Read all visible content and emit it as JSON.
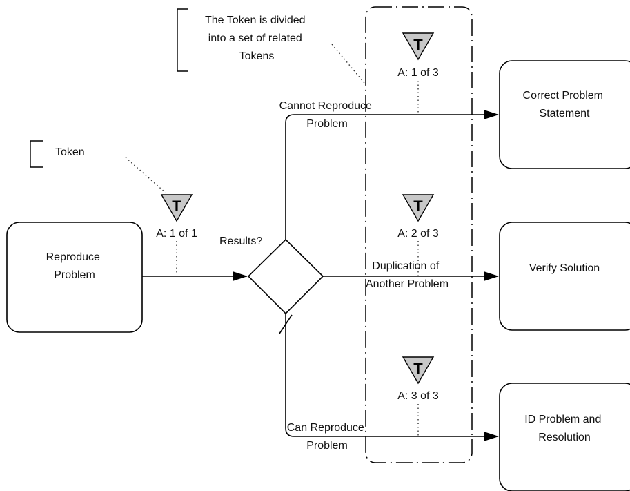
{
  "tasks": {
    "reproduce": {
      "lines": [
        "Reproduce",
        "Problem"
      ]
    },
    "correct": {
      "lines": [
        "Correct Problem",
        "Statement"
      ]
    },
    "verify": {
      "lines": [
        "Verify Solution"
      ]
    },
    "id_problem": {
      "lines": [
        "ID Problem and",
        "Resolution"
      ]
    }
  },
  "gateway": {
    "label": "Results?"
  },
  "flows": {
    "cannot_reproduce": {
      "lines": [
        "Cannot Reproduce",
        "Problem"
      ]
    },
    "duplication": {
      "lines": [
        "Duplication of",
        "Another Problem"
      ]
    },
    "can_reproduce": {
      "lines": [
        "Can Reproduce",
        "Problem"
      ]
    }
  },
  "annotations": {
    "token": {
      "text": "Token"
    },
    "divided": {
      "lines": [
        "The Token is divided",
        "into a set of related",
        "Tokens"
      ]
    }
  },
  "tokens": {
    "letter": "T",
    "fill_color": "#c8c8c8",
    "t0": {
      "label": "A: 1 of 1"
    },
    "t1": {
      "label": "A: 1 of 3"
    },
    "t2": {
      "label": "A: 2 of 3"
    },
    "t3": {
      "label": "A: 3 of 3"
    }
  }
}
